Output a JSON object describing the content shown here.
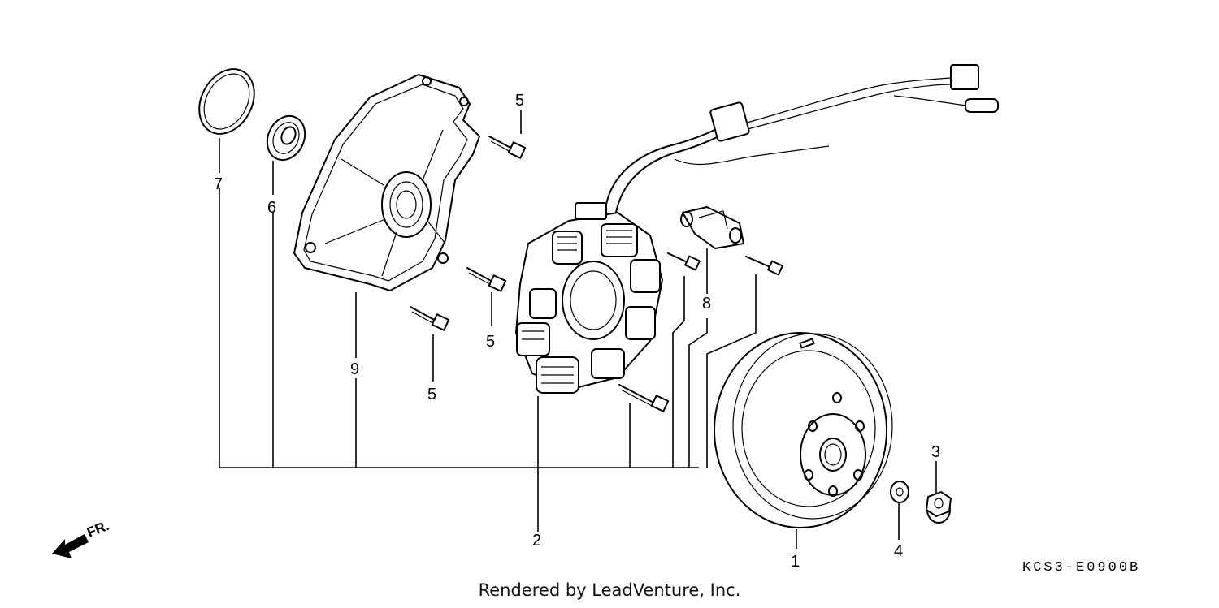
{
  "callouts": {
    "part_1": "1",
    "part_2": "2",
    "part_3": "3",
    "part_4": "4",
    "part_5a": "5",
    "part_5b": "5",
    "part_5c": "5",
    "part_6": "6",
    "part_7": "7",
    "part_8": "8",
    "part_9": "9"
  },
  "direction_label": "FR.",
  "diagram_code": "KCS3-E0900B",
  "credit": "Rendered by LeadVenture, Inc.",
  "icons": {
    "front_arrow": "front-direction-arrow-icon"
  }
}
